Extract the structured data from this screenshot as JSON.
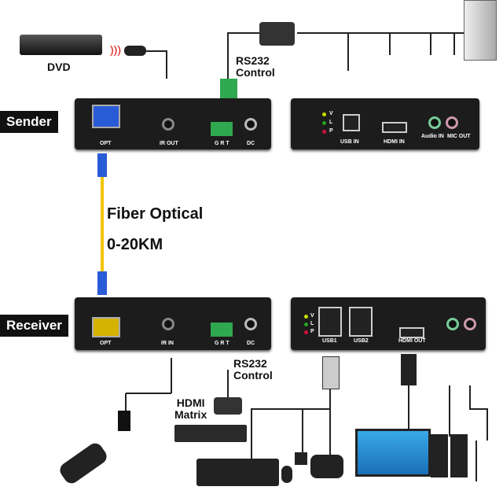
{
  "labels": {
    "dvd": "DVD",
    "sender": "Sender",
    "receiver": "Receiver",
    "fiber": "Fiber Optical",
    "distance": "0-20KM",
    "rs232_top": "RS232\nControl",
    "rs232_top_1": "RS232",
    "rs232_top_2": "Control",
    "rs232_bottom_1": "RS232",
    "rs232_bottom_2": "Control",
    "hdmi_matrix_1": "HDMI",
    "hdmi_matrix_2": "Matrix"
  },
  "sender_left": {
    "opt": "OPT",
    "ir": "IR OUT",
    "grt": "G R T",
    "dc": "DC"
  },
  "sender_right": {
    "leds": [
      "V",
      "L",
      "P"
    ],
    "usb": "USB IN",
    "hdmi": "HDMI IN",
    "audio": "Audio IN",
    "mic": "MIC OUT"
  },
  "receiver_left": {
    "opt": "OPT",
    "ir": "IR IN",
    "grt": "G R T",
    "dc": "DC"
  },
  "receiver_right": {
    "leds": [
      "V",
      "L",
      "P"
    ],
    "usb1": "USB1",
    "usb2": "USB2",
    "hdmi": "HDMI OUT"
  },
  "colors": {
    "fiber": "#f2c400",
    "connector": "#2a5bd7",
    "led_v": "#c8e000",
    "led_l": "#1fa51f",
    "led_p": "#d0103a",
    "terminal": "#2fa84f"
  }
}
